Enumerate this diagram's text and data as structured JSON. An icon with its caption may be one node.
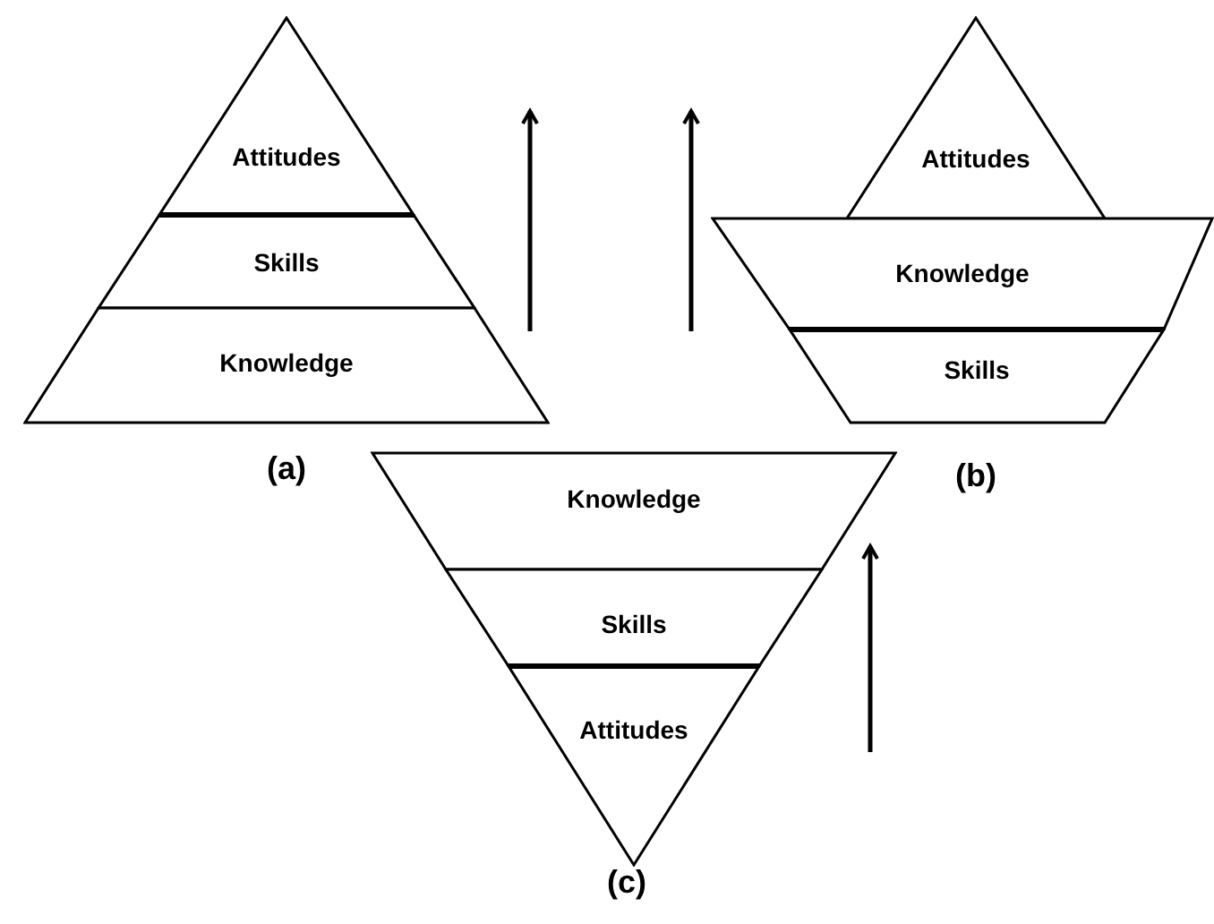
{
  "diagram": {
    "nodes": [
      {
        "text": [
          "Attitudes"
        ]
      },
      {
        "text": [
          "Skills"
        ]
      },
      {
        "text": [
          "Knowledge"
        ]
      },
      {
        "text": [
          "Attitudes"
        ]
      },
      {
        "text": [
          "Knowledge"
        ]
      },
      {
        "text": [
          "Skills"
        ]
      },
      {
        "text": [
          "Knowledge"
        ]
      },
      {
        "text": [
          "Skills"
        ]
      },
      {
        "text": [
          "Attitudes"
        ]
      }
    ],
    "labels": [
      "(a)",
      "(b)",
      "(c)"
    ]
  }
}
